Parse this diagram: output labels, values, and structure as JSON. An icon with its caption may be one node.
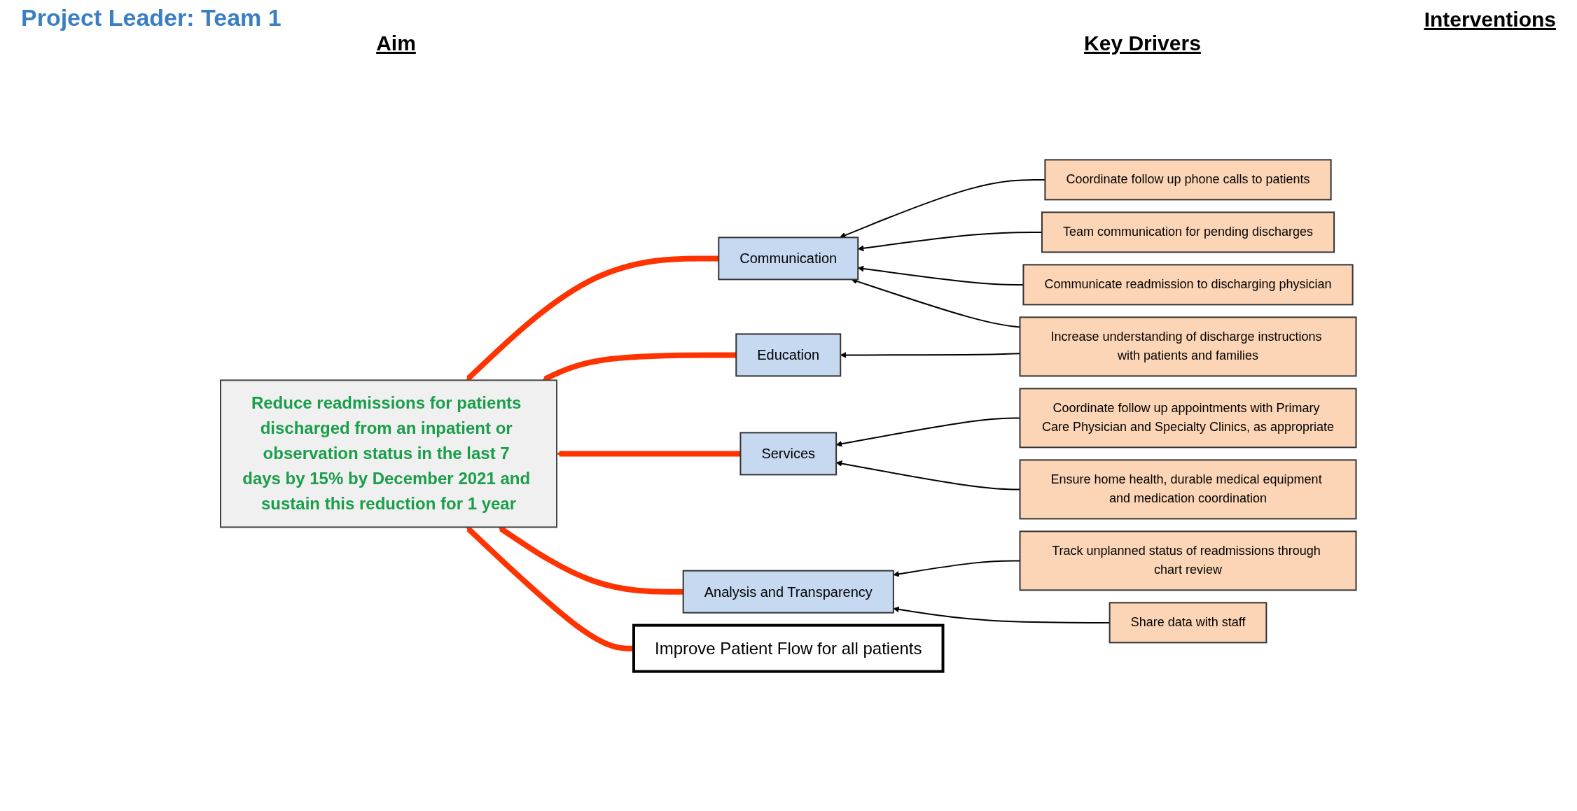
{
  "diagram": {
    "title": "Project Leader:  Team 1",
    "nodes": [
      {
        "text": [
          "Reduce readmissions for patients discharged from an inpatient or observation status in the last 7 days by 15% by December 2021 and sustain this reduction for 1 year"
        ]
      },
      {
        "text": [
          "Improve Patient Flow for all patients"
        ]
      },
      {
        "text": [
          "Communication"
        ]
      },
      {
        "text": [
          "Education"
        ]
      },
      {
        "text": [
          "Services"
        ]
      },
      {
        "text": [
          "Analysis and Transparency"
        ]
      },
      {
        "text": [
          "Coordinate follow up phone calls to patients"
        ]
      },
      {
        "text": [
          "Team communication for pending discharges"
        ]
      },
      {
        "text": [
          "Communicate readmission to discharging physician"
        ]
      },
      {
        "text": [
          "Increase understanding of discharge instructions with patients and families"
        ]
      },
      {
        "text": [
          "Coordinate follow up appointments with Primary Care Physician and Specialty Clinics, as appropriate"
        ]
      },
      {
        "text": [
          "Ensure home health, durable medical equipment and medication coordination"
        ]
      },
      {
        "text": [
          "Track unplanned status of readmissions through chart review"
        ]
      },
      {
        "text": [
          "Share data with staff"
        ]
      }
    ],
    "edges": [
      {
        "from": 2,
        "to": 0,
        "arrow": "to",
        "style": "thick",
        "color": "#ff3300"
      },
      {
        "from": 3,
        "to": 0,
        "arrow": "to",
        "style": "thick",
        "color": "#ff3300"
      },
      {
        "from": 4,
        "to": 0,
        "arrow": "to",
        "style": "thick",
        "color": "#ff3300"
      },
      {
        "from": 5,
        "to": 0,
        "arrow": "to",
        "style": "thick",
        "color": "#ff3300"
      },
      {
        "from": 1,
        "to": 0,
        "arrow": "to",
        "style": "thick",
        "color": "#ff3300"
      },
      {
        "from": 6,
        "to": 2,
        "arrow": "to"
      },
      {
        "from": 7,
        "to": 2,
        "arrow": "to"
      },
      {
        "from": 8,
        "to": 2,
        "arrow": "to"
      },
      {
        "from": 9,
        "to": 2,
        "arrow": "to"
      },
      {
        "from": 9,
        "to": 3,
        "arrow": "to"
      },
      {
        "from": 10,
        "to": 4,
        "arrow": "to"
      },
      {
        "from": 11,
        "to": 4,
        "arrow": "to"
      },
      {
        "from": 12,
        "to": 5,
        "arrow": "to"
      },
      {
        "from": 13,
        "to": 5,
        "arrow": "to"
      }
    ],
    "labels": [
      "Interventions",
      "Aim",
      "Key Drivers"
    ]
  }
}
